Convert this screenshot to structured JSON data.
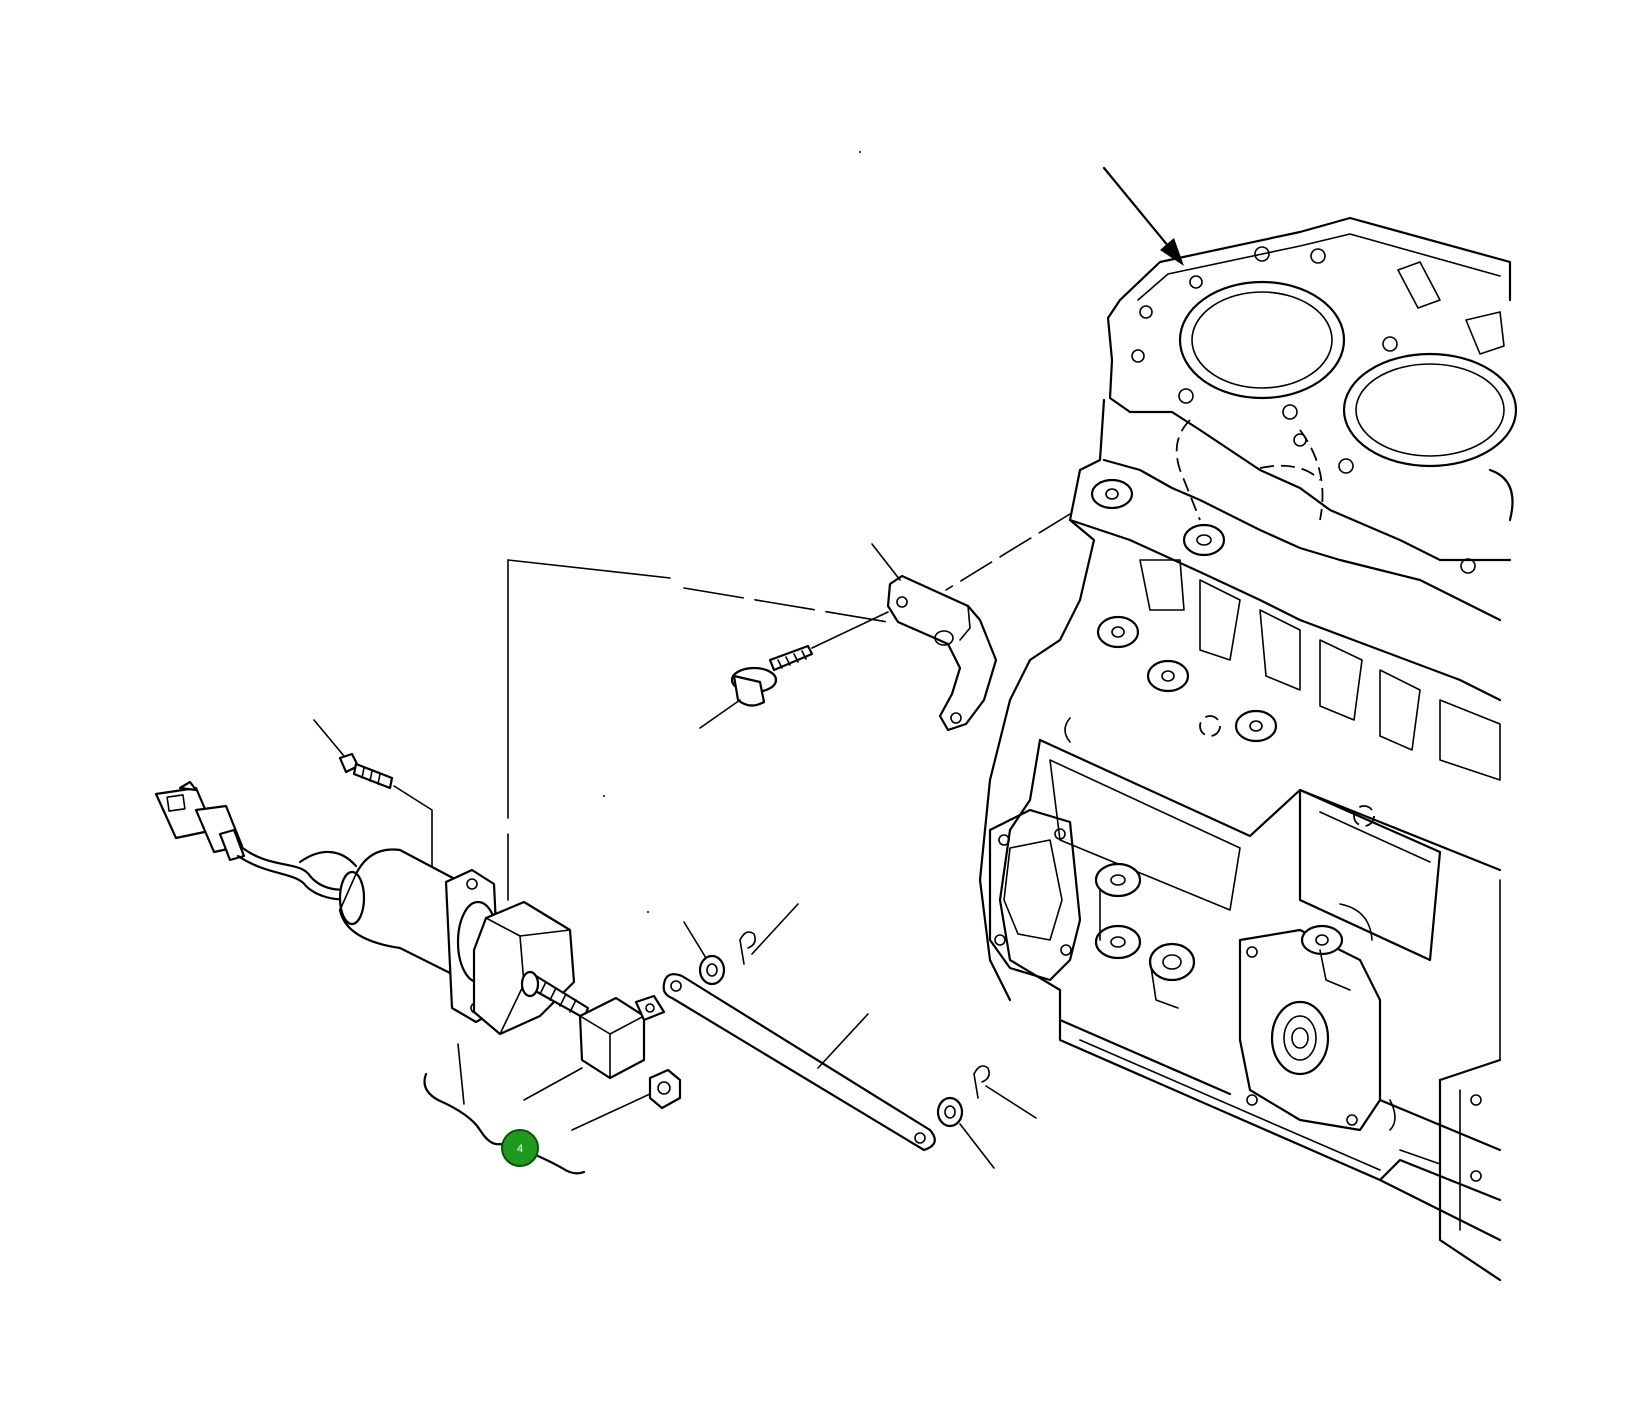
{
  "callouts": [
    {
      "label": "4",
      "color": "#1f9a1f"
    }
  ],
  "icons": [
    "engine-block",
    "stop-solenoid",
    "solenoid-bracket",
    "link-rod",
    "flange-bolt",
    "hex-nut",
    "washer",
    "snap-pin",
    "clevis"
  ],
  "colors": {
    "line": "#000000",
    "background": "#ffffff",
    "callout": "#1f9a1f"
  }
}
